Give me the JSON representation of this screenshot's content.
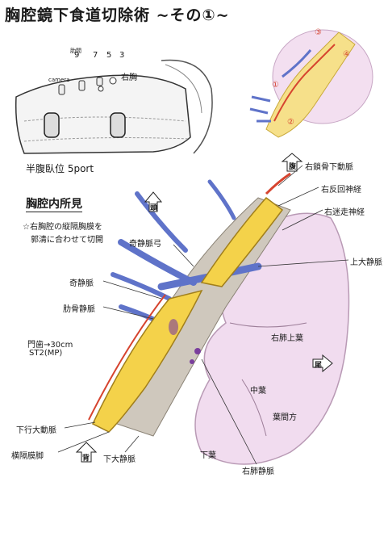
{
  "title": "胸腔鏡下食道切除術 ~その①~",
  "port_diagram": {
    "intercostal_label": "肋間",
    "port_numbers": [
      "9",
      "7",
      "5",
      "3"
    ],
    "camera_label": "camera",
    "chest_label": "右胸",
    "caption": "半腹臥位 5port"
  },
  "findings": {
    "heading": "胸腔内所見",
    "note_line1": "☆右胸腔の縦隔胸膜を",
    "note_line2": "郭清に合わせて切開",
    "distance_line1": "門歯→30cm",
    "distance_line2": "ST2(MP)"
  },
  "orientation": {
    "head": "頭",
    "ventral": "腹",
    "dorsal": "背",
    "tail": "尾"
  },
  "labels": {
    "subclavian_artery": "右鎖骨下動脈",
    "recurrent_nerve": "右反回神経",
    "vagus_nerve": "右迷走神経",
    "superior_vena_cava": "上大静脈",
    "azygos_arch": "奇静脈弓",
    "azygos_vein": "奇静脈",
    "intercostal_vein": "肋骨静脈",
    "descending_aorta": "下行大動脈",
    "diaphragm": "横隔膜脚",
    "inferior_vena_cava": "下大静脈",
    "pulmonary_vein": "右肺静脈",
    "upper_lobe": "右肺上葉",
    "middle_lobe": "中葉",
    "lower_lobe": "下葉",
    "fissure": "葉間方"
  },
  "inset_numbers": [
    "①",
    "②",
    "③",
    "④"
  ],
  "colors": {
    "esophagus_yellow": "#f4d24a",
    "vessel_blue": "#5f73c9",
    "lung_pink": "#f1dcef",
    "artery_red": "#d6442f",
    "pleura_grey": "#c9c3b8"
  }
}
